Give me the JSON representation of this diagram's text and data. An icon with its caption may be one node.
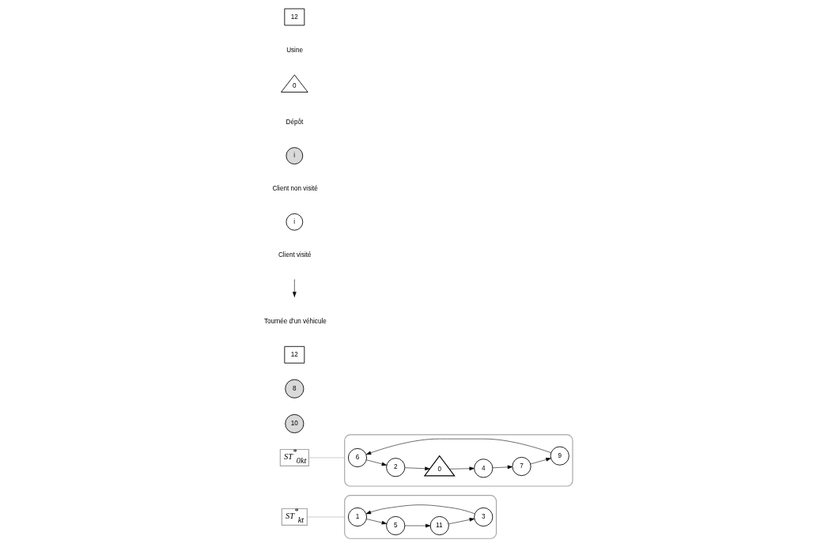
{
  "diagram": {
    "nodes": [
      {
        "text": [],
        "shape": "cloud"
      },
      {
        "text": [
          "1"
        ],
        "in": 0
      },
      {
        "text": [
          "5"
        ],
        "in": 0
      },
      {
        "text": [
          "11"
        ],
        "in": 0
      },
      {
        "text": [
          "3"
        ],
        "in": 0
      },
      {
        "text": [
          "ST$^{*}$$_{kt}$"
        ]
      },
      {
        "text": [],
        "shape": "cloud"
      },
      {
        "text": [
          "6"
        ],
        "in": 6
      },
      {
        "text": [
          "9"
        ],
        "in": 6
      },
      {
        "text": [
          "2"
        ],
        "in": 6
      },
      {
        "text": [
          "0"
        ],
        "in": 6
      },
      {
        "text": [
          "7"
        ],
        "in": 6
      },
      {
        "text": [
          "4"
        ],
        "in": 6
      },
      {
        "text": [
          "ST$^{*}$$_{0kt}$"
        ]
      },
      {
        "text": [
          "10"
        ]
      },
      {
        "text": [
          "8"
        ]
      },
      {
        "text": [
          "12"
        ]
      },
      {
        "text": [
          "12"
        ]
      },
      {
        "text": [
          "0"
        ]
      },
      {
        "text": [
          "i"
        ]
      },
      {
        "text": [
          "i"
        ]
      }
    ],
    "edges": [
      {
        "from": 1,
        "to": 2,
        "arrow": "to"
      },
      {
        "from": 2,
        "to": 3,
        "arrow": "to"
      },
      {
        "from": 3,
        "to": 4,
        "arrow": "to"
      },
      {
        "from": 4,
        "to": 1,
        "arrow": "to"
      },
      {
        "from": 7,
        "to": 9,
        "arrow": "to"
      },
      {
        "from": 9,
        "to": 10,
        "arrow": "to"
      },
      {
        "from": 10,
        "to": 12,
        "arrow": "to"
      },
      {
        "from": 12,
        "to": 11,
        "arrow": "to"
      },
      {
        "from": 11,
        "to": 8,
        "arrow": "to"
      },
      {
        "from": 8,
        "to": 7,
        "arrow": "to"
      },
      {
        "from": 5,
        "to": 0,
        "arrow": "none",
        "color": "#a6a6a6"
      },
      {
        "from": 13,
        "to": 6,
        "arrow": "none",
        "color": "#a6a6a6"
      }
    ],
    "legend": [
      {
        "text": "Usine"
      },
      {
        "text": "Dépôt"
      },
      {
        "text": "Client non visité"
      },
      {
        "text": "Client visité"
      },
      {
        "text": "Tournée d'un véhicule"
      }
    ]
  }
}
